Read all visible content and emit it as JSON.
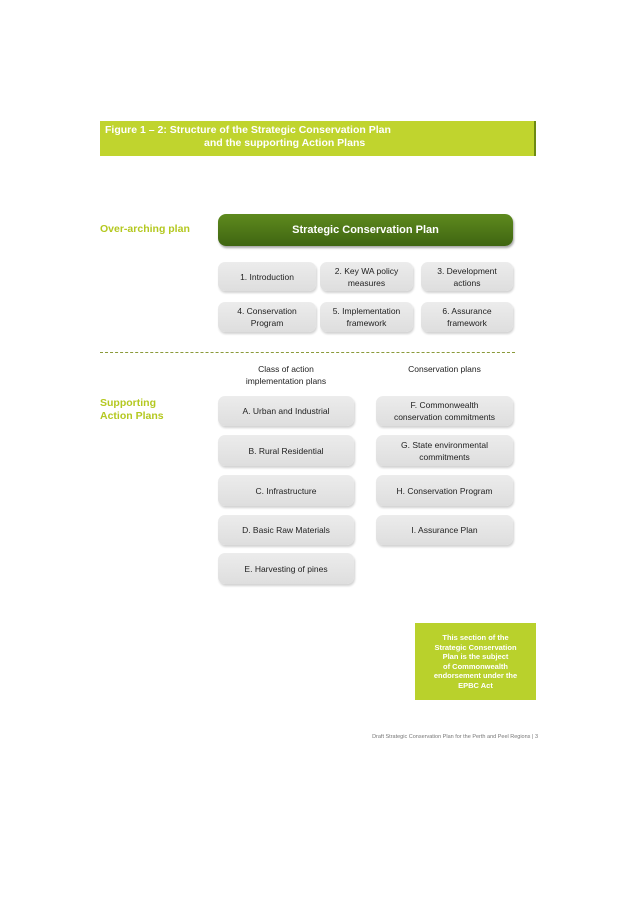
{
  "figure": {
    "title_line1": "Figure 1 – 2: Structure of the Strategic Conservation Plan",
    "title_line2": "and the supporting Action Plans"
  },
  "labels": {
    "overarching": "Over-arching plan",
    "supporting_line1": "Supporting",
    "supporting_line2": "Action Plans"
  },
  "strategic_plan": {
    "title": "Strategic Conservation Plan",
    "sections": [
      {
        "line1": "1. Introduction",
        "line2": ""
      },
      {
        "line1": "2. Key WA policy",
        "line2": "measures"
      },
      {
        "line1": "3. Development",
        "line2": "actions"
      },
      {
        "line1": "4. Conservation",
        "line2": "Program"
      },
      {
        "line1": "5. Implementation",
        "line2": "framework"
      },
      {
        "line1": "6. Assurance",
        "line2": "framework"
      }
    ]
  },
  "class_of_action": {
    "heading_line1": "Class of action",
    "heading_line2": "implementation plans",
    "items": [
      {
        "line1": "A. Urban and Industrial",
        "line2": ""
      },
      {
        "line1": "B. Rural Residential",
        "line2": ""
      },
      {
        "line1": "C. Infrastructure",
        "line2": ""
      },
      {
        "line1": "D. Basic Raw Materials",
        "line2": ""
      },
      {
        "line1": "E. Harvesting of pines",
        "line2": ""
      }
    ]
  },
  "conservation_plans": {
    "heading": "Conservation plans",
    "items": [
      {
        "line1": "F. Commonwealth",
        "line2": "conservation commitments"
      },
      {
        "line1": "G. State environmental",
        "line2": "commitments"
      },
      {
        "line1": "H. Conservation Program",
        "line2": ""
      },
      {
        "line1": "I. Assurance Plan",
        "line2": ""
      }
    ]
  },
  "note": {
    "lines": [
      "This section of the",
      "Strategic Conservation",
      "Plan is the subject",
      "of Commonwealth",
      "endorsement under the",
      "EPBC Act"
    ]
  },
  "footer": {
    "text": "Draft Strategic Conservation Plan for the Perth and Peel Regions",
    "separator": "|",
    "page": "3"
  },
  "colors": {
    "accent_green": "#c0d42e",
    "dark_green": "#4a7216",
    "box_grey": "#e4e4e4"
  }
}
